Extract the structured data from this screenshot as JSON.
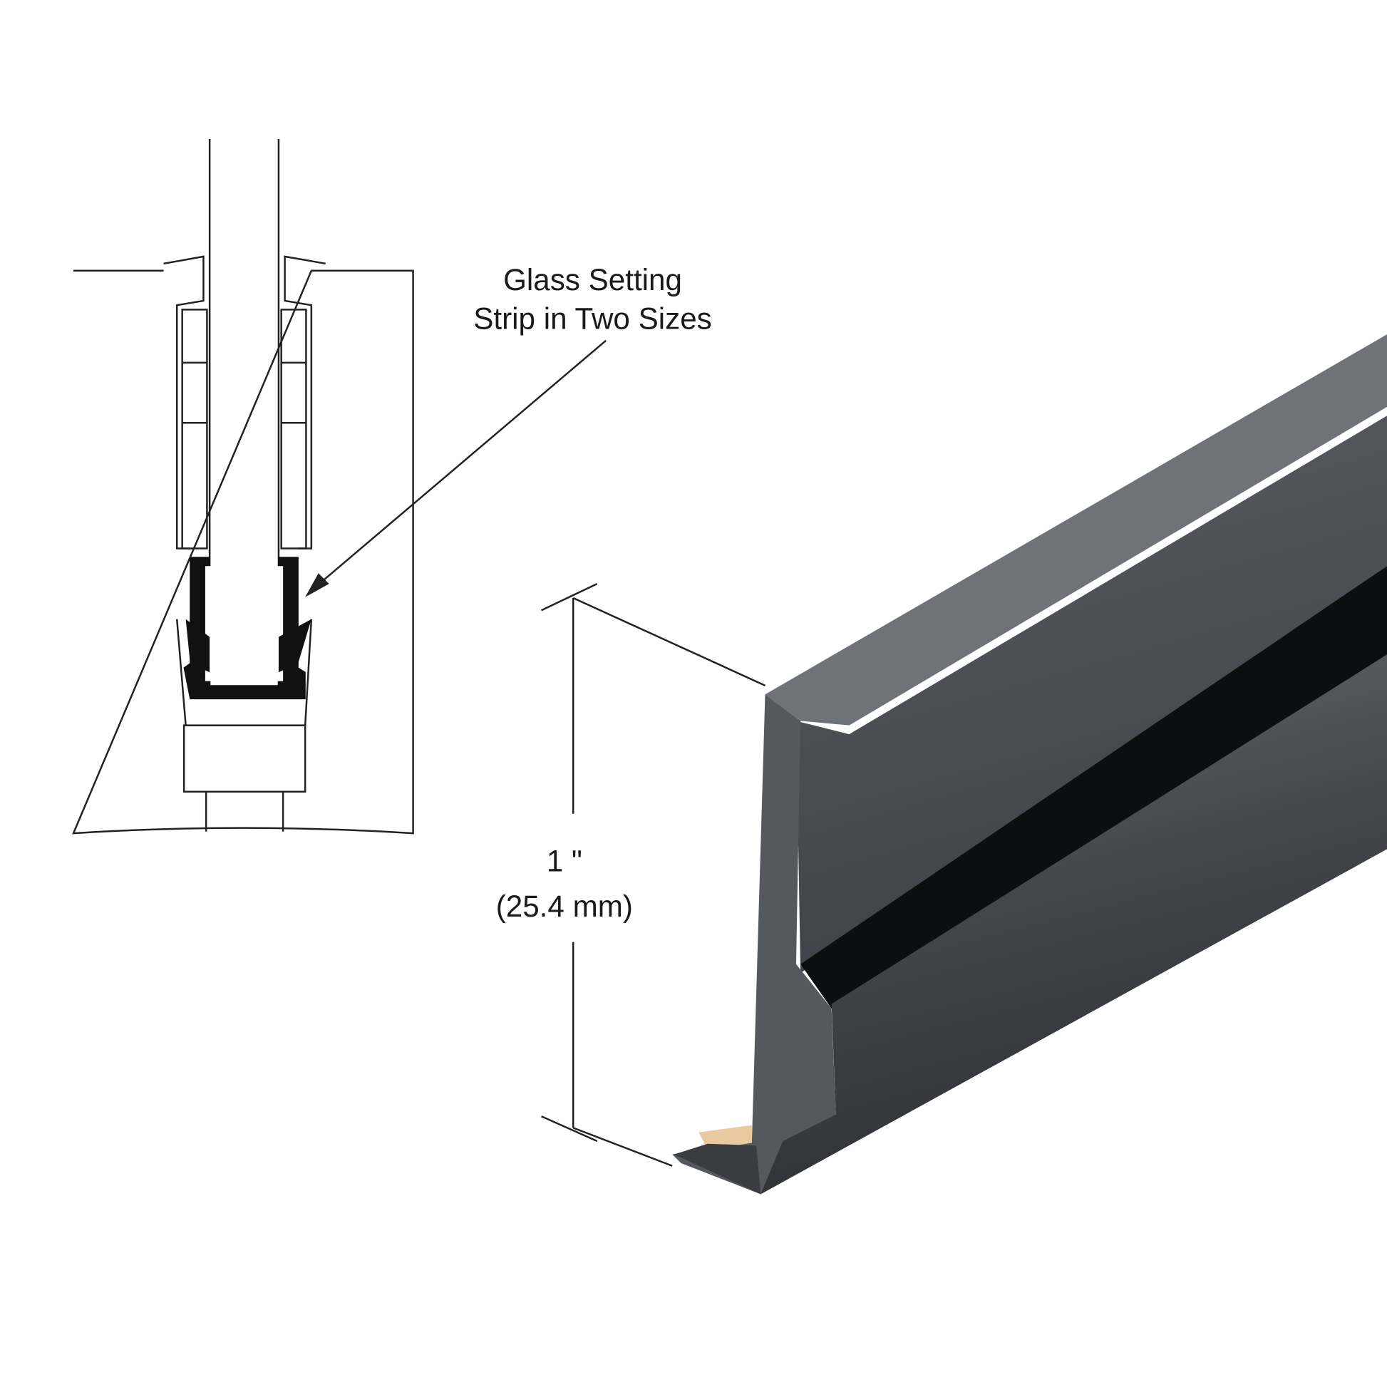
{
  "callout": {
    "line1": "Glass Setting",
    "line2": "Strip in Two Sizes"
  },
  "dimension": {
    "imperial": "1 \"",
    "metric": "(25.4 mm)"
  },
  "colors": {
    "strip": "#4a4d52",
    "strip_dark": "#0d0e10",
    "tape": "#e8c9a0",
    "line": "#222222"
  }
}
